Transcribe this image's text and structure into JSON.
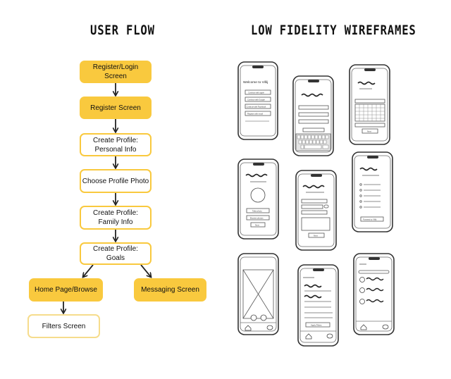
{
  "headings": {
    "user_flow": "USER FLOW",
    "wireframes": "LOW FIDELITY WIREFRAMES"
  },
  "flow": {
    "register_login": "Register/Login Screen",
    "register": "Register Screen",
    "create_profile_personal": "Create Profile:\nPersonal Info",
    "choose_photo": "Choose Profile Photo",
    "create_profile_family": "Create Profile:\nFamily Info",
    "create_profile_goals": "Create Profile:\nGoals",
    "home_browse": "Home Page/Browse",
    "messaging": "Messaging Screen",
    "filters": "Filters Screen"
  },
  "wireframe_text": {
    "welcome": "Welcome to Villij",
    "continue_apple": "Continue with apple",
    "continue_google": "Continue with Google",
    "continue_facebook": "Continue with Facebook",
    "register_email": "Register with email",
    "next": "Next",
    "take_photo": "Take photo",
    "browse_photos": "Browse photos",
    "apply_filters": "Apply Filters",
    "forward_villij": "Forward to Villij"
  },
  "colors": {
    "accent": "#f9c93e",
    "line": "#222222",
    "screen_line": "#555555"
  }
}
